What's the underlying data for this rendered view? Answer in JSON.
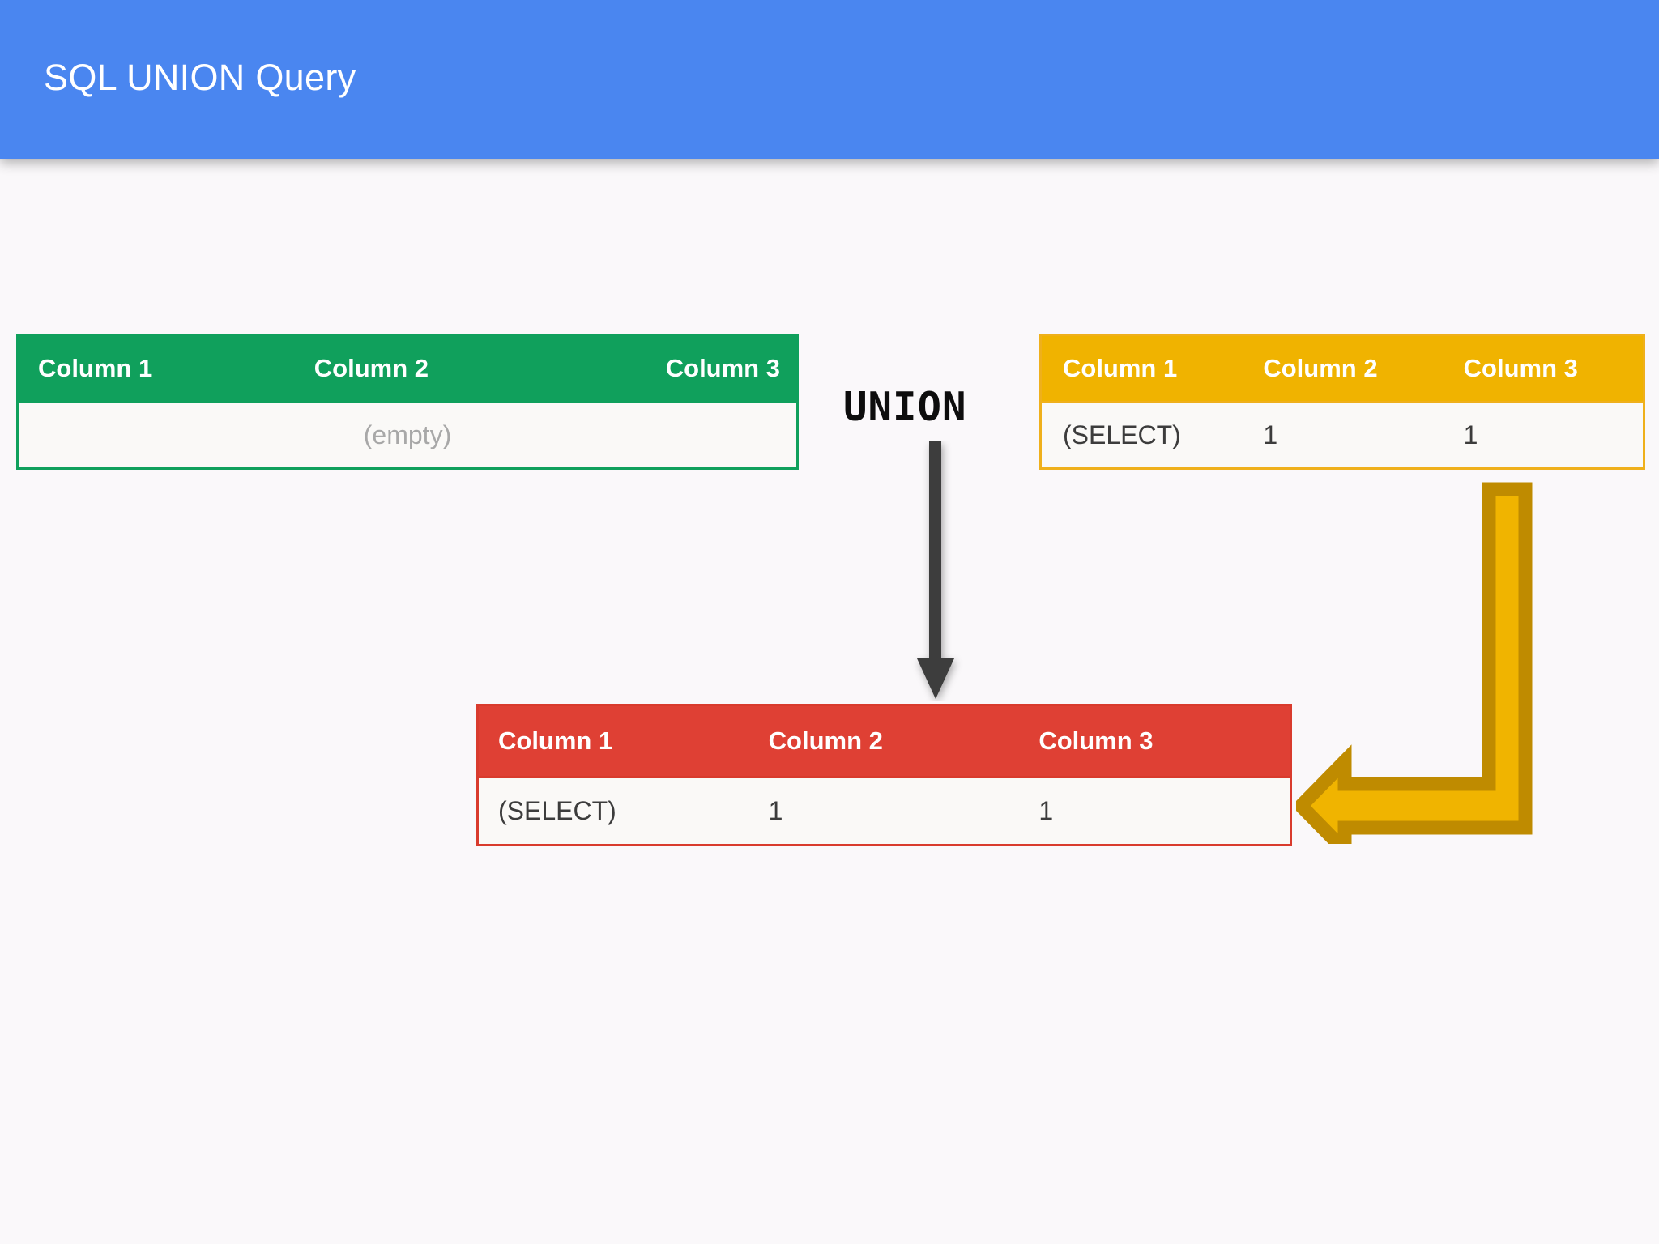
{
  "header": {
    "title": "SQL UNION Query",
    "background_color": "#4a86f0",
    "title_color": "#ffffff"
  },
  "canvas": {
    "background_color": "#faf8fa"
  },
  "operator": {
    "label": "UNION",
    "arrow_color": "#3d3d3d",
    "arrow_direction": "down"
  },
  "join_arrow": {
    "color": "#f0b400",
    "outline_color": "#bf8b00",
    "direction": "down-then-left"
  },
  "tables": {
    "left": {
      "name": "left-select-table",
      "accent_color": "#10a05c",
      "headers": [
        "Column 1",
        "Column 2",
        "Column 3"
      ],
      "empty_label": "(empty)",
      "rows": []
    },
    "right": {
      "name": "right-select-table",
      "accent_color": "#f0b300",
      "headers": [
        "Column 1",
        "Column 2",
        "Column 3"
      ],
      "rows": [
        [
          "(SELECT)",
          "1",
          "1"
        ]
      ]
    },
    "result": {
      "name": "union-result-table",
      "accent_color": "#df4034",
      "headers": [
        "Column 1",
        "Column 2",
        "Column 3"
      ],
      "rows": [
        [
          "(SELECT)",
          "1",
          "1"
        ]
      ]
    }
  }
}
